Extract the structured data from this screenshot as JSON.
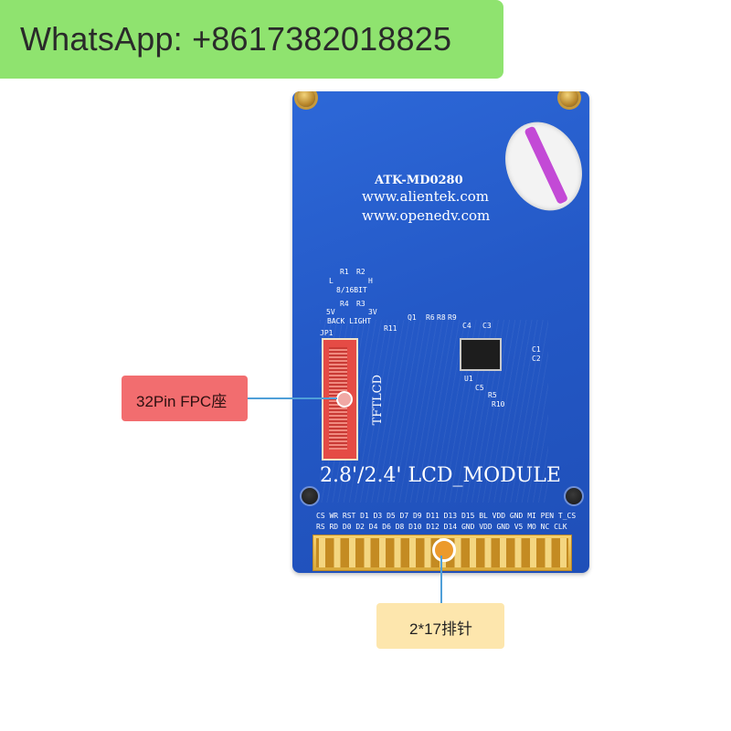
{
  "banner": {
    "text": "WhatsApp: +8617382018825"
  },
  "board": {
    "model": "ATK-MD0280",
    "url1": "www.alientek.com",
    "url2": "www.openedv.com",
    "side_label": "TFTLCD",
    "lcd_label": "2.8'/2.4' LCD_MODULE",
    "labels": {
      "jp1": "JP1",
      "r1": "R1",
      "r2": "R2",
      "r3": "R3",
      "r4": "R4",
      "l": "L",
      "h": "H",
      "bit": "8/16BIT",
      "v5": "5V",
      "v3": "3V",
      "back_light": "BACK LIGHT",
      "q1": "Q1",
      "r11": "R11",
      "r6": "R6",
      "r8": "R8",
      "r9": "R9",
      "c4": "C4",
      "c3": "C3",
      "c1": "C1",
      "c2": "C2",
      "c5": "C5",
      "u1": "U1",
      "r5": "R5",
      "r10": "R10"
    },
    "pin_row_top": "CS WR RST D1 D3 D5 D7 D9 D11 D13 D15 BL VDD GND MI PEN T_CS",
    "pin_row_bottom": "RS RD D0 D2 D4 D6 D8 D10 D12 D14 GND VDD GND V5 MO NC CLK"
  },
  "callouts": {
    "fpc": "32Pin FPC座",
    "header": "2*17排针"
  },
  "colors": {
    "banner": "#8fe36f",
    "board": "#2459c7",
    "callout_fpc": "#f26d6f",
    "callout_header": "#fde6ad",
    "leader": "#4f9fd8"
  }
}
